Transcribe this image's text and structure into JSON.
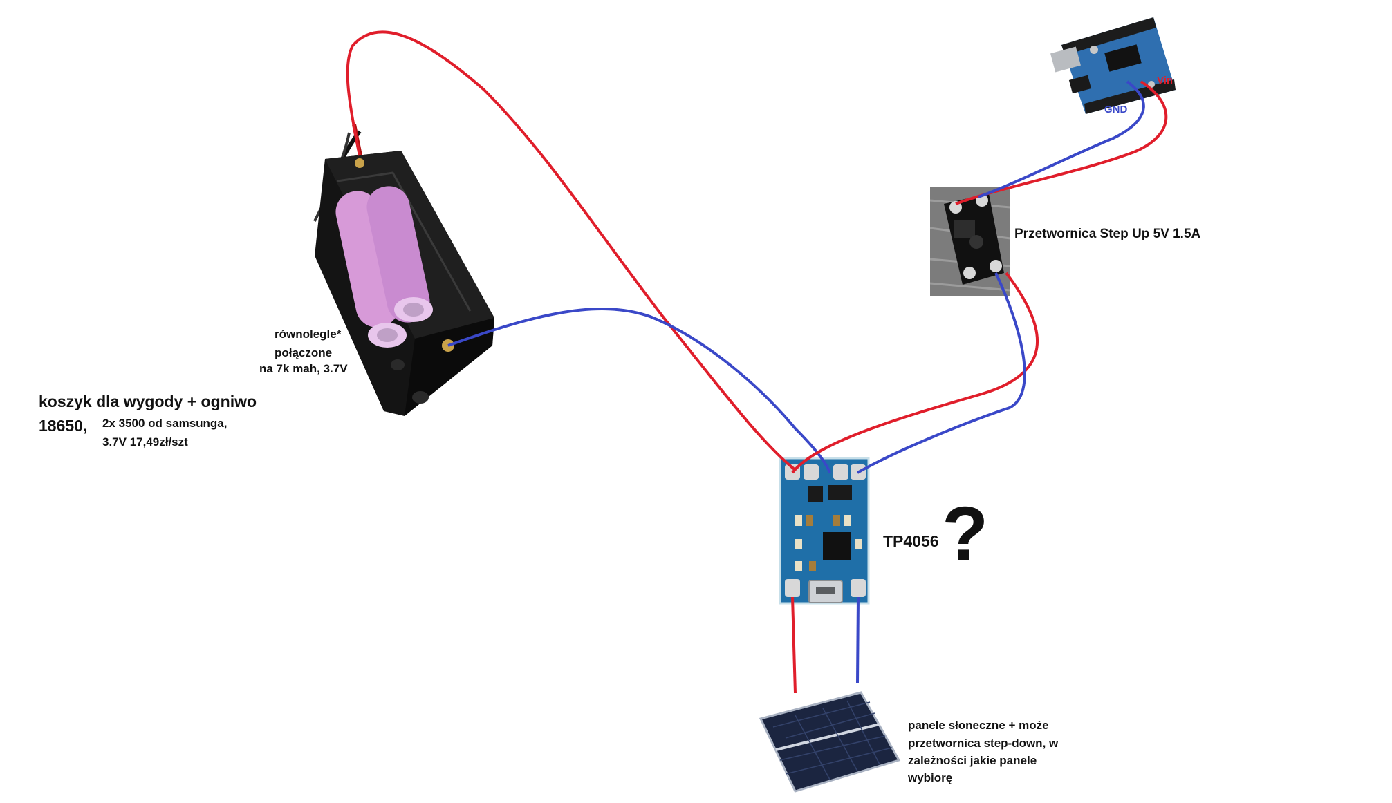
{
  "colors": {
    "positive_wire": "#e01e2b",
    "negative_wire": "#3a48c8",
    "pcb_blue": "#1f6fa8",
    "arduino_blue": "#2f6fb0",
    "cell_pink": "#d79ad8",
    "holder_black": "#141414",
    "step_up_pcb": "#1a1a1a",
    "solar_panel": "#1b2540"
  },
  "labels": {
    "holder_title_line1": "koszyk dla wygody + ogniwo",
    "holder_title_line2": "18650,",
    "holder_detail_line1": "2x 3500 od samsunga,",
    "holder_detail_line2": "3.7V      17,49zł/szt",
    "parallel_line1": "równolegle*",
    "parallel_line2": "połączone",
    "parallel_line3": "na 7k mah, 3.7V",
    "step_up": "Przetwornica Step Up 5V 1.5A",
    "charger": "TP4056",
    "question_mark": "?",
    "solar_line1": "panele słoneczne + może",
    "solar_line2": "przetwornica step-down, w",
    "solar_line3": "zależności jakie panele",
    "solar_line4": "wybiorę",
    "vin": "Vin",
    "gnd": "GND"
  },
  "icons": {
    "battery_holder": "battery-holder-icon",
    "charger_board": "tp4056-board-icon",
    "step_up_board": "step-up-converter-icon",
    "arduino": "arduino-board-icon",
    "solar_panel": "solar-panel-icon"
  }
}
